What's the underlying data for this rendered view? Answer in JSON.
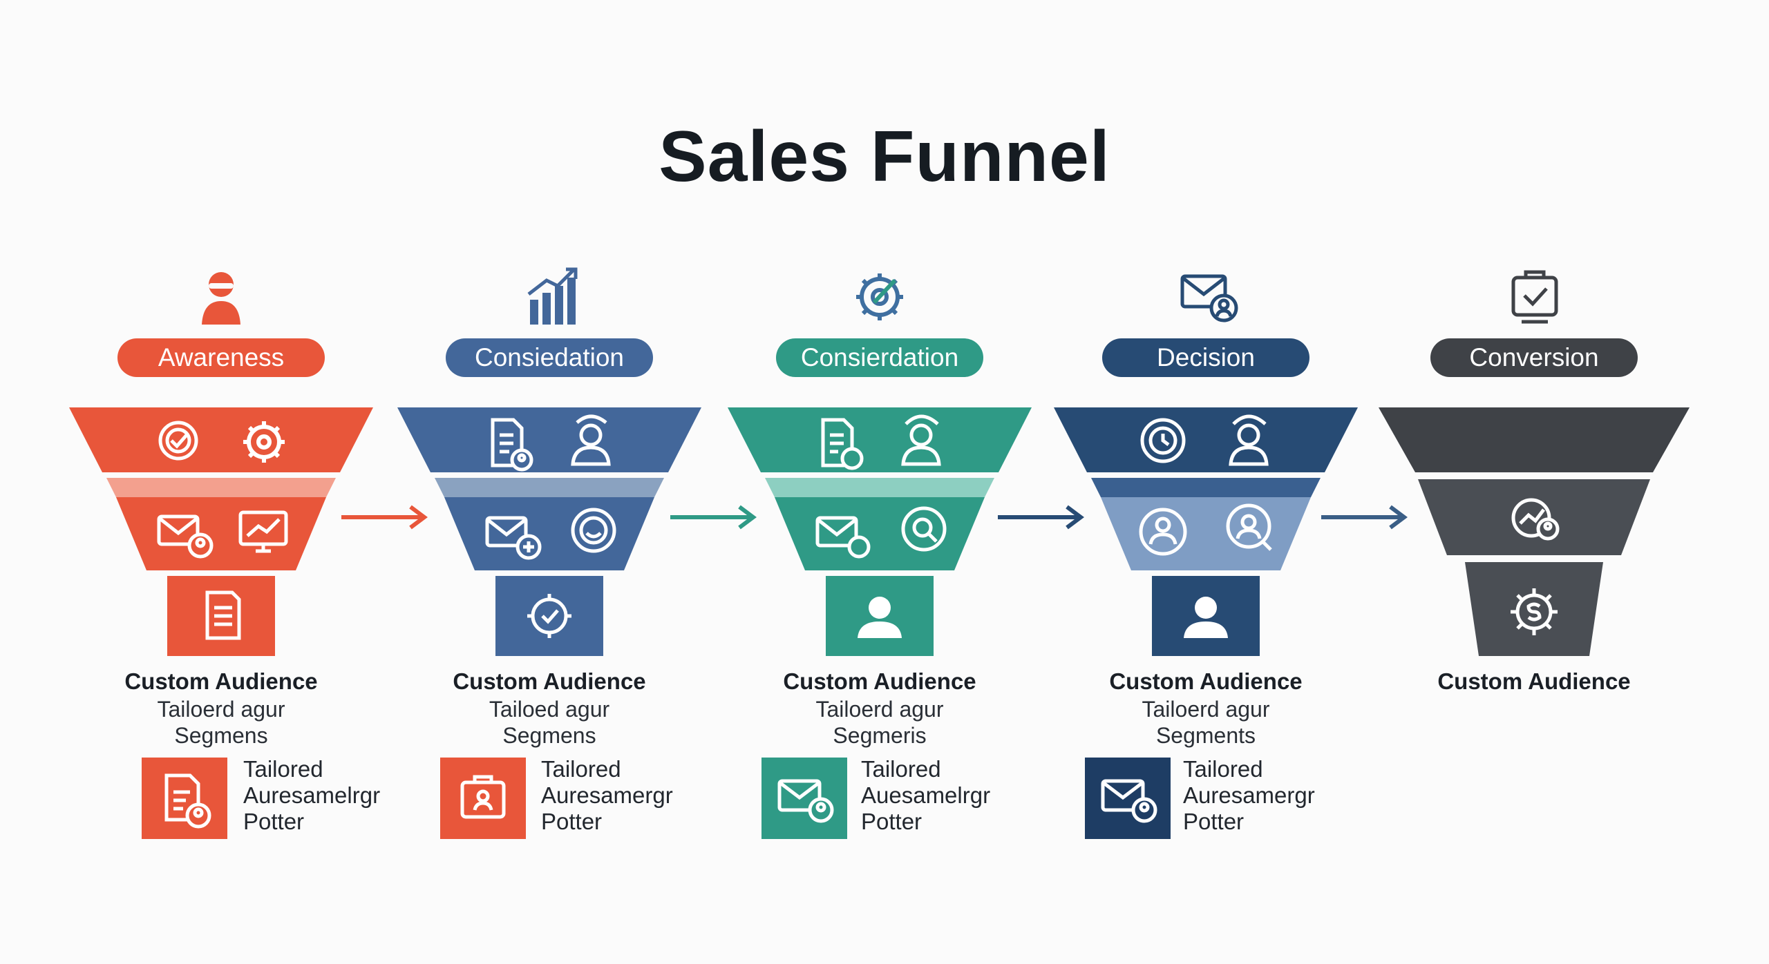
{
  "title": "Sales Funnel",
  "stages": [
    {
      "label": "Awareness",
      "audience_title": "Custom Audience",
      "audience_line1": "Tailoerd agur",
      "audience_line2": "Segmens",
      "card_line1": "Tailored",
      "card_line2": "Auresamelrgr",
      "card_line3": "Potter",
      "color_top": "#e8563a",
      "color_mid": "#f3a08e",
      "color_bottom": "#e8563a",
      "icons": [
        "user-icon",
        "gear-check-icon",
        "gear-icon",
        "mail-user-icon",
        "monitor-chart-icon",
        "document-icon",
        "document-user-icon"
      ]
    },
    {
      "label": "Consiedation",
      "audience_title": "Custom Audience",
      "audience_line1": "Tailoed agur",
      "audience_line2": "Segmens",
      "card_line1": "Tailored",
      "card_line2": "Auresamergr",
      "card_line3": "Potter",
      "color_top": "#43679a",
      "color_mid": "#8aa2c0",
      "color_bottom": "#43679a",
      "card_color": "#e8563a",
      "icons": [
        "bar-chart-icon",
        "document-user-icon",
        "user-refresh-icon",
        "mail-plus-icon",
        "smile-icon",
        "gear-check-icon",
        "briefcase-user-icon"
      ]
    },
    {
      "label": "Consierdation",
      "audience_title": "Custom Audience",
      "audience_line1": "Tailoerd agur",
      "audience_line2": "Segmeris",
      "card_line1": "Tailored",
      "card_line2": "Auesamelrgr",
      "card_line3": "Potter",
      "color_top": "#2f9a86",
      "color_mid": "#8dcfc1",
      "color_bottom": "#2f9a86",
      "icons": [
        "gear-target-icon",
        "document-gear-icon",
        "user-refresh-icon",
        "mail-gear-icon",
        "search-icon",
        "user-icon",
        "mail-user-icon"
      ]
    },
    {
      "label": "Decision",
      "audience_title": "Custom Audience",
      "audience_line1": "Tailoerd agur",
      "audience_line2": "Segments",
      "card_line1": "Tailored",
      "card_line2": "Auresamergr",
      "card_line3": "Potter",
      "color_top": "#274b74",
      "color_mid": "#7f9dc4",
      "color_bottom": "#274b74",
      "icons": [
        "mail-user-icon",
        "clock-gear-icon",
        "user-refresh-icon",
        "user-circle-icon",
        "user-search-icon",
        "user-icon",
        "mail-user-icon"
      ]
    },
    {
      "label": "Conversion",
      "audience_title": "Custom Audience",
      "color_top": "#3f4247",
      "color_mid": "#4a4e54",
      "color_bottom": "#4a4e54",
      "icons": [
        "checklist-icon",
        "chart-user-icon",
        "gear-dollar-icon"
      ]
    }
  ]
}
